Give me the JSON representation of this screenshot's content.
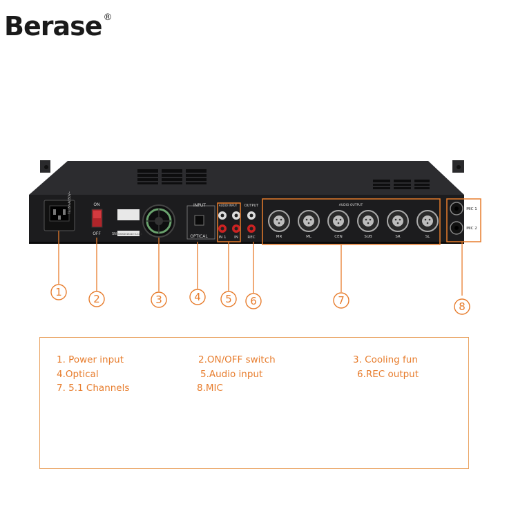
{
  "brand": {
    "name": "Berase",
    "mark": "®"
  },
  "device": {
    "power_label": "T3.15mA/250V~",
    "switch_on": "ON",
    "switch_off": "OFF",
    "sn_label": "SN",
    "sn_value": "CK002018110 0.2.0.8",
    "input_label": "INPUT",
    "optical_label": "OPTICAL",
    "audio_input_label": "AUDIO INPUT",
    "in1_label": "IN 1",
    "in_label": "IN",
    "output_label": "OUTPUT",
    "rec_label": "REC",
    "audio_output_label": "AUDIO OUTPUT",
    "channels": [
      "MR",
      "ML",
      "CEN",
      "SUB",
      "SR",
      "SL"
    ],
    "mic1_label": "MIC 1",
    "mic2_label": "MIC 2"
  },
  "callouts": [
    "1",
    "2",
    "3",
    "4",
    "5",
    "6",
    "7",
    "8"
  ],
  "legend": {
    "row1": [
      "1. Power input",
      "2.ON/OFF switch",
      "3. Cooling fun"
    ],
    "row2": [
      "4.Optical",
      "5.Audio input",
      "6.REC output"
    ],
    "row3": [
      "7. 5.1 Channels",
      "8.MIC"
    ]
  },
  "colors": {
    "accent": "#e77c2c",
    "chassis": "#1c1c1e",
    "top": "#2b2b2e"
  }
}
